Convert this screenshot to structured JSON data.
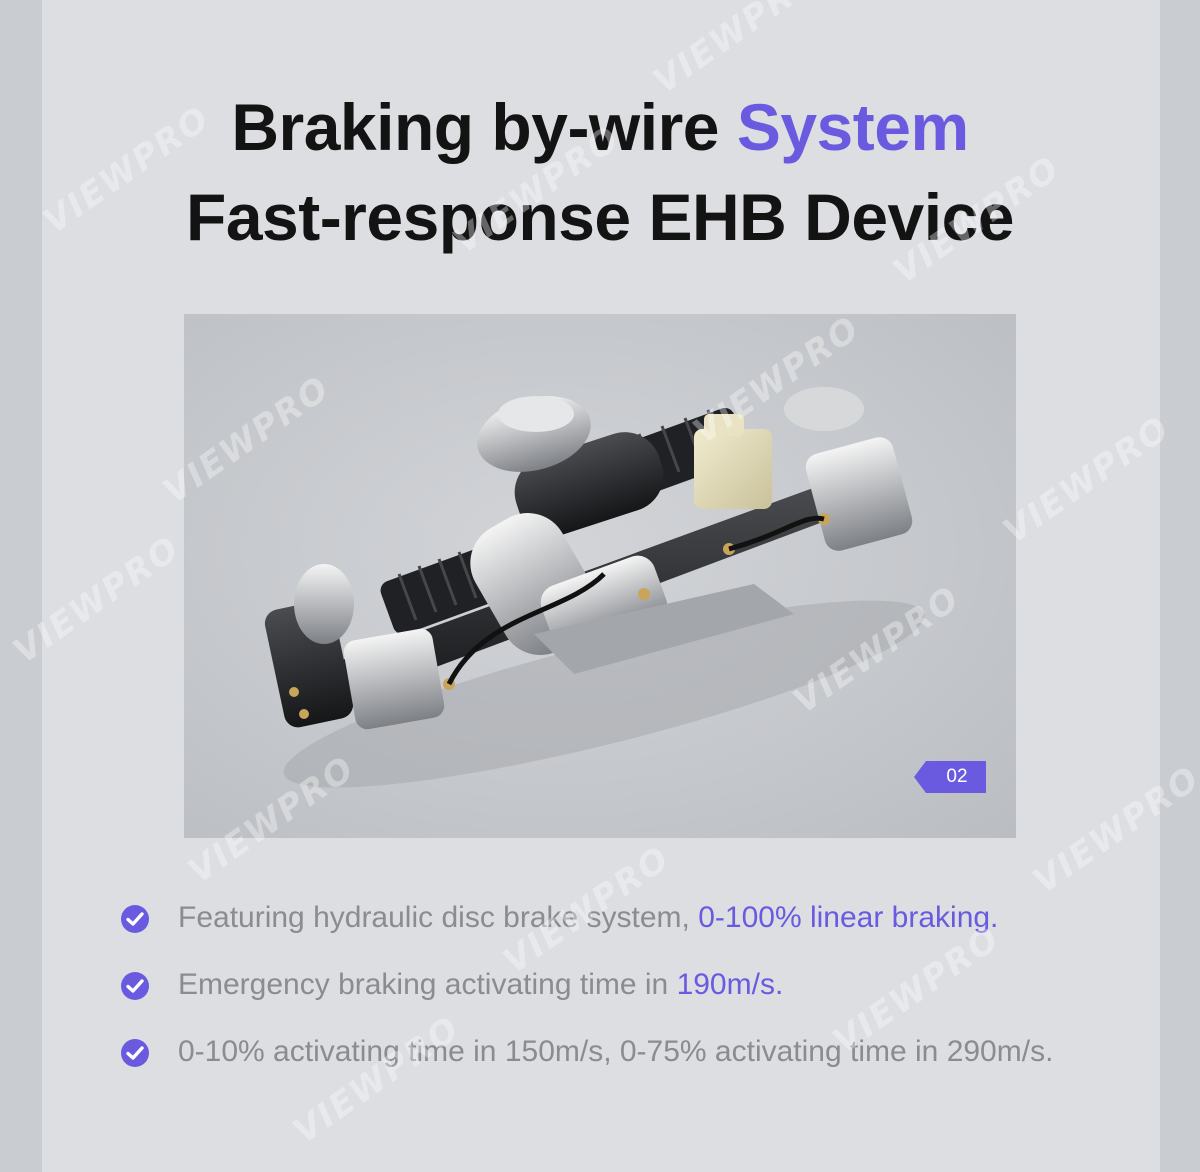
{
  "headline": {
    "line1_prefix": "Braking by-wire ",
    "line1_accent": "System",
    "line2": "Fast-response EHB Device"
  },
  "image": {
    "badge": "02"
  },
  "features": [
    {
      "text": "Featuring hydraulic disc brake system, ",
      "highlight": "0-100% linear braking."
    },
    {
      "text": "Emergency braking activating time in ",
      "highlight": "190m/s."
    },
    {
      "text": "0-10% activating time in 150m/s, 0-75% activating time in 290m/s.",
      "highlight": ""
    }
  ],
  "watermark": "VIEWPRO",
  "colors": {
    "accent": "#6a5ae0",
    "headline": "#131313",
    "body_text": "#8a8c90",
    "panel": "#dcdee2",
    "side": "#c9ccd1"
  },
  "icons": [
    "check-circle-icon"
  ]
}
